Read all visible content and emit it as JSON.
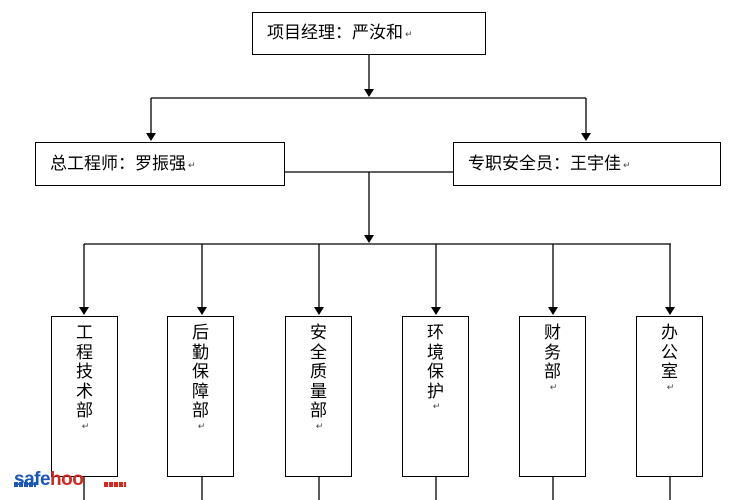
{
  "org": {
    "manager": "项目经理：严汝和",
    "chief_engineer": "总工程师：罗振强",
    "safety_officer": "专职安全员：王宇佳",
    "paragraph_mark": "↵",
    "departments": [
      {
        "name": "工程技术部"
      },
      {
        "name": "后勤保障部"
      },
      {
        "name": "安全质量部"
      },
      {
        "name": "环境保护"
      },
      {
        "name": "财务部"
      },
      {
        "name": "办公室"
      }
    ]
  },
  "watermark": {
    "safe": "safe",
    "hoo": "hoo",
    "colors": {
      "safe": "#1b57b8",
      "hoo": "#d8261d"
    }
  }
}
